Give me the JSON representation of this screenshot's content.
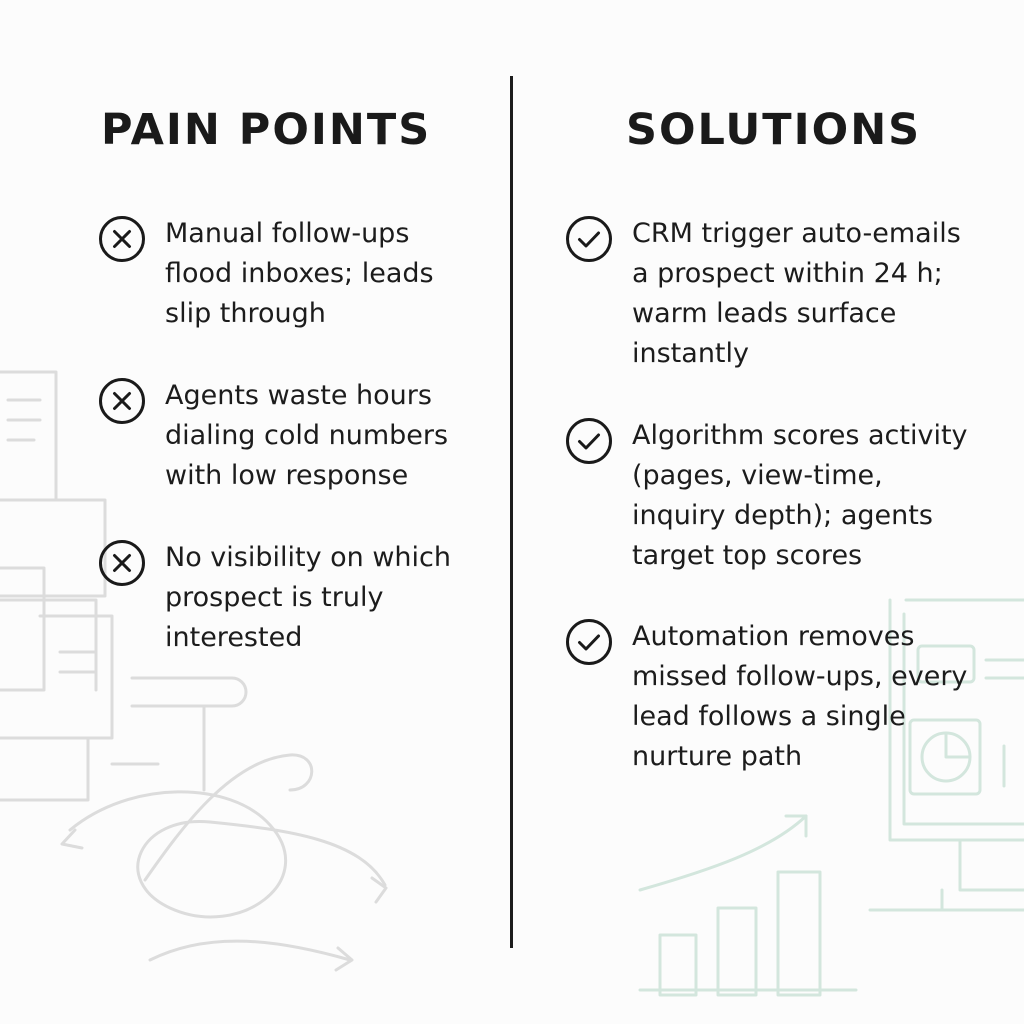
{
  "pain_points": {
    "title": "PAIN POINTS",
    "items": [
      {
        "icon": "x-circle-icon",
        "text": "Manual follow-ups flood inboxes; leads slip through"
      },
      {
        "icon": "x-circle-icon",
        "text": "Agents waste hours dialing cold numbers with low response"
      },
      {
        "icon": "x-circle-icon",
        "text": "No visibility on which prospect is truly interested"
      }
    ]
  },
  "solutions": {
    "title": "SOLUTIONS",
    "items": [
      {
        "icon": "check-circle-icon",
        "text": "CRM trigger auto-emails a prospect within 24 h; warm leads surface instantly"
      },
      {
        "icon": "check-circle-icon",
        "text": "Algorithm scores activity (pages, view-time, inquiry depth); agents target top scores"
      },
      {
        "icon": "check-circle-icon",
        "text": "Automation removes missed follow-ups, every lead follows a single nurture path"
      }
    ]
  },
  "colors": {
    "text": "#1a1a1a",
    "background": "#fcfcfc",
    "left_illustration": "#dcdcdc",
    "right_illustration": "#d3e6dd"
  },
  "background_art": {
    "left": "documents-and-tangled-arrows-illustration",
    "right": "monitor-and-growth-chart-illustration"
  }
}
